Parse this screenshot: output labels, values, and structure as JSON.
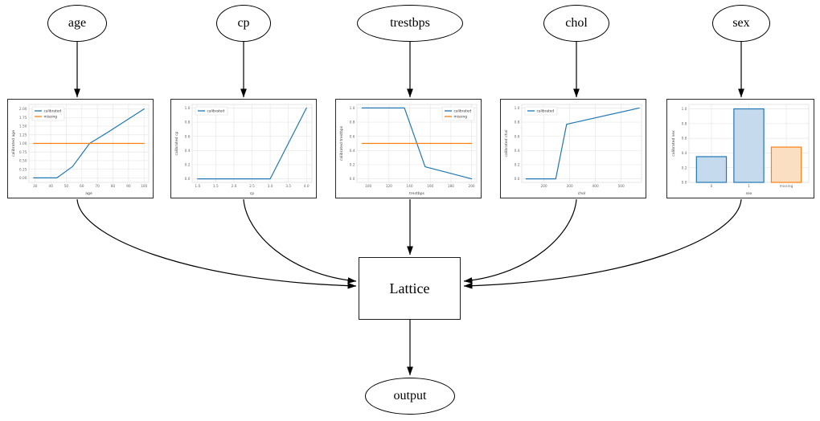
{
  "diagram": {
    "nodes": {
      "age": {
        "label": "age"
      },
      "cp": {
        "label": "cp"
      },
      "trestbps": {
        "label": "trestbps"
      },
      "chol": {
        "label": "chol"
      },
      "sex": {
        "label": "sex"
      },
      "lattice": {
        "label": "Lattice"
      },
      "output": {
        "label": "output"
      }
    }
  },
  "colors": {
    "calibrated_line": "#1f77b4",
    "missing_line": "#ff7f0e",
    "bar_blue_fill": "#c5daed",
    "bar_orange_fill": "#fbdfc3",
    "grid": "#e7e7e7"
  },
  "chart_data": [
    {
      "type": "line",
      "node": "age",
      "title": "",
      "xlabel": "age",
      "ylabel": "calibrated age",
      "xlim": [
        26,
        103
      ],
      "ylim": [
        -0.13,
        2.13
      ],
      "xticks": [
        [
          30,
          "30"
        ],
        [
          40,
          "40"
        ],
        [
          50,
          "50"
        ],
        [
          60,
          "60"
        ],
        [
          70,
          "70"
        ],
        [
          80,
          "80"
        ],
        [
          90,
          "90"
        ],
        [
          100,
          "100"
        ]
      ],
      "yticks": [
        [
          0,
          "0.00"
        ],
        [
          0.25,
          "0.25"
        ],
        [
          0.5,
          "0.50"
        ],
        [
          0.75,
          "0.75"
        ],
        [
          1,
          "1.00"
        ],
        [
          1.25,
          "1.25"
        ],
        [
          1.5,
          "1.50"
        ],
        [
          1.75,
          "1.75"
        ],
        [
          2,
          "2.00"
        ]
      ],
      "legend": {
        "position": "top-left"
      },
      "series": [
        {
          "name": "calibrated",
          "color": "#1f77b4",
          "points": [
            [
              29,
              0
            ],
            [
              44,
              0
            ],
            [
              54,
              0.33
            ],
            [
              65,
              1.0
            ],
            [
              77,
              1.33
            ],
            [
              100,
              2.0
            ]
          ]
        },
        {
          "name": "missing",
          "color": "#ff7f0e",
          "points": [
            [
              29,
              1.0
            ],
            [
              100,
              1.0
            ]
          ]
        }
      ]
    },
    {
      "type": "line",
      "node": "cp",
      "title": "",
      "xlabel": "cp",
      "ylabel": "calibrated cp",
      "xlim": [
        0.85,
        4.15
      ],
      "ylim": [
        -0.05,
        1.05
      ],
      "xticks": [
        [
          1,
          "1.0"
        ],
        [
          1.5,
          "1.5"
        ],
        [
          2,
          "2.0"
        ],
        [
          2.5,
          "2.5"
        ],
        [
          3,
          "3.0"
        ],
        [
          3.5,
          "3.5"
        ],
        [
          4,
          "4.0"
        ]
      ],
      "yticks": [
        [
          0,
          "0.0"
        ],
        [
          0.2,
          "0.2"
        ],
        [
          0.4,
          "0.4"
        ],
        [
          0.6,
          "0.6"
        ],
        [
          0.8,
          "0.8"
        ],
        [
          1,
          "1.0"
        ]
      ],
      "legend": {
        "position": "top-left"
      },
      "series": [
        {
          "name": "calibrated",
          "color": "#1f77b4",
          "points": [
            [
              1,
              0
            ],
            [
              3,
              0
            ],
            [
              4,
              1.0
            ]
          ]
        }
      ]
    },
    {
      "type": "line",
      "node": "trestbps",
      "title": "",
      "xlabel": "trestbps",
      "ylabel": "calibrated trestbps",
      "xlim": [
        89,
        205
      ],
      "ylim": [
        -0.05,
        1.05
      ],
      "xticks": [
        [
          100,
          "100"
        ],
        [
          120,
          "120"
        ],
        [
          140,
          "140"
        ],
        [
          160,
          "160"
        ],
        [
          180,
          "180"
        ],
        [
          200,
          "200"
        ]
      ],
      "yticks": [
        [
          0,
          "0.0"
        ],
        [
          0.2,
          "0.2"
        ],
        [
          0.4,
          "0.4"
        ],
        [
          0.6,
          "0.6"
        ],
        [
          0.8,
          "0.8"
        ],
        [
          1,
          "1.0"
        ]
      ],
      "legend": {
        "position": "top-right"
      },
      "series": [
        {
          "name": "calibrated",
          "color": "#1f77b4",
          "points": [
            [
              94,
              1.0
            ],
            [
              135,
              1.0
            ],
            [
              155,
              0.17
            ],
            [
              200,
              0
            ]
          ]
        },
        {
          "name": "missing",
          "color": "#ff7f0e",
          "points": [
            [
              94,
              0.5
            ],
            [
              200,
              0.5
            ]
          ]
        }
      ]
    },
    {
      "type": "line",
      "node": "chol",
      "title": "",
      "xlabel": "chol",
      "ylabel": "calibrated chol",
      "xlim": [
        114,
        579
      ],
      "ylim": [
        -0.05,
        1.05
      ],
      "xticks": [
        [
          200,
          "200"
        ],
        [
          300,
          "300"
        ],
        [
          400,
          "400"
        ],
        [
          500,
          "500"
        ]
      ],
      "yticks": [
        [
          0,
          "0.0"
        ],
        [
          0.2,
          "0.2"
        ],
        [
          0.4,
          "0.4"
        ],
        [
          0.6,
          "0.6"
        ],
        [
          0.8,
          "0.8"
        ],
        [
          1,
          "1.0"
        ]
      ],
      "legend": {
        "position": "top-left"
      },
      "series": [
        {
          "name": "calibrated",
          "color": "#1f77b4",
          "points": [
            [
              131,
              0
            ],
            [
              246,
              0
            ],
            [
              288,
              0.77
            ],
            [
              570,
              1.0
            ]
          ]
        }
      ]
    },
    {
      "type": "bar",
      "node": "sex",
      "title": "",
      "xlabel": "sex",
      "ylabel": "calibrated sex",
      "categories": [
        "0",
        "1",
        "missing"
      ],
      "values": [
        0.35,
        1.0,
        0.48
      ],
      "bar_fills": [
        "#c5daed",
        "#c5daed",
        "#fbdfc3"
      ],
      "bar_edges": [
        "#1f77b4",
        "#1f77b4",
        "#ff7f0e"
      ],
      "ylim": [
        0,
        1.06
      ],
      "yticks": [
        [
          0,
          "0.0"
        ],
        [
          0.2,
          "0.2"
        ],
        [
          0.4,
          "0.4"
        ],
        [
          0.6,
          "0.6"
        ],
        [
          0.8,
          "0.8"
        ],
        [
          1,
          "1.0"
        ]
      ]
    }
  ]
}
